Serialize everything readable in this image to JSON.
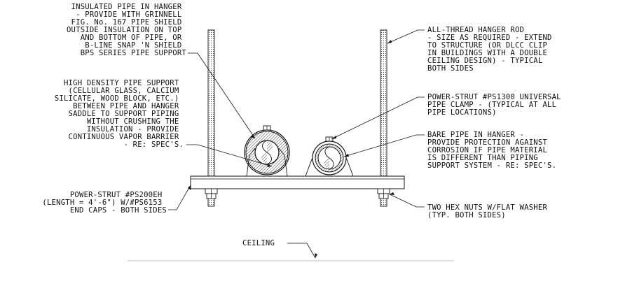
{
  "notes": {
    "insulated_pipe": [
      "INSULATED PIPE IN HANGER",
      "- PROVIDE WITH GRINNELL",
      "FIG. No. 167 PIPE SHIELD",
      "OUTSIDE INSULATION ON TOP",
      "AND BOTTOM OF PIPE, OR",
      "B-LINE SNAP 'N SHIELD",
      "BPS SERIES PIPE SUPPORT"
    ],
    "high_density_support": [
      "HIGH DENSITY PIPE SUPPORT",
      "(CELLULAR GLASS, CALCIUM",
      "SILICATE, WOOD BLOCK, ETC.)",
      "BETWEEN PIPE AND HANGER",
      "SADDLE TO SUPPORT PIPING",
      "WITHOUT CRUSHING THE",
      "INSULATION - PROVIDE",
      "CONTINUOUS VAPOR BARRIER",
      "- RE: SPEC'S."
    ],
    "power_strut_channel": [
      "POWER-STRUT #PS200EH",
      "(LENGTH = 4'-6\") W/#PS6153",
      "END CAPS - BOTH SIDES"
    ],
    "all_thread_rod": [
      "ALL-THREAD HANGER ROD",
      "- SIZE AS REQUIRED - EXTEND",
      "TO STRUCTURE (OR DLCC CLIP",
      "IN BUILDINGS WITH A DOUBLE",
      "CEILING DESIGN) - TYPICAL",
      "BOTH SIDES"
    ],
    "pipe_clamp": [
      "POWER-STRUT #PS1300 UNIVERSAL",
      "PIPE CLAMP - (TYPICAL AT ALL",
      "PIPE LOCATIONS)"
    ],
    "bare_pipe": [
      "BARE PIPE IN HANGER -",
      "PROVIDE PROTECTION AGAINST",
      "CORROSION IF PIPE MATERIAL",
      "IS DIFFERENT THAN PIPING",
      "SUPPORT SYSTEM - RE: SPEC'S."
    ],
    "hex_nuts": [
      "TWO HEX NUTS W/FLAT WASHER",
      "(TYP. BOTH SIDES)"
    ],
    "ceiling": [
      "CEILING"
    ]
  },
  "colors": {
    "ink": "#111111",
    "hatch": "#555555",
    "ceiling_line": "#bbbbbb"
  }
}
